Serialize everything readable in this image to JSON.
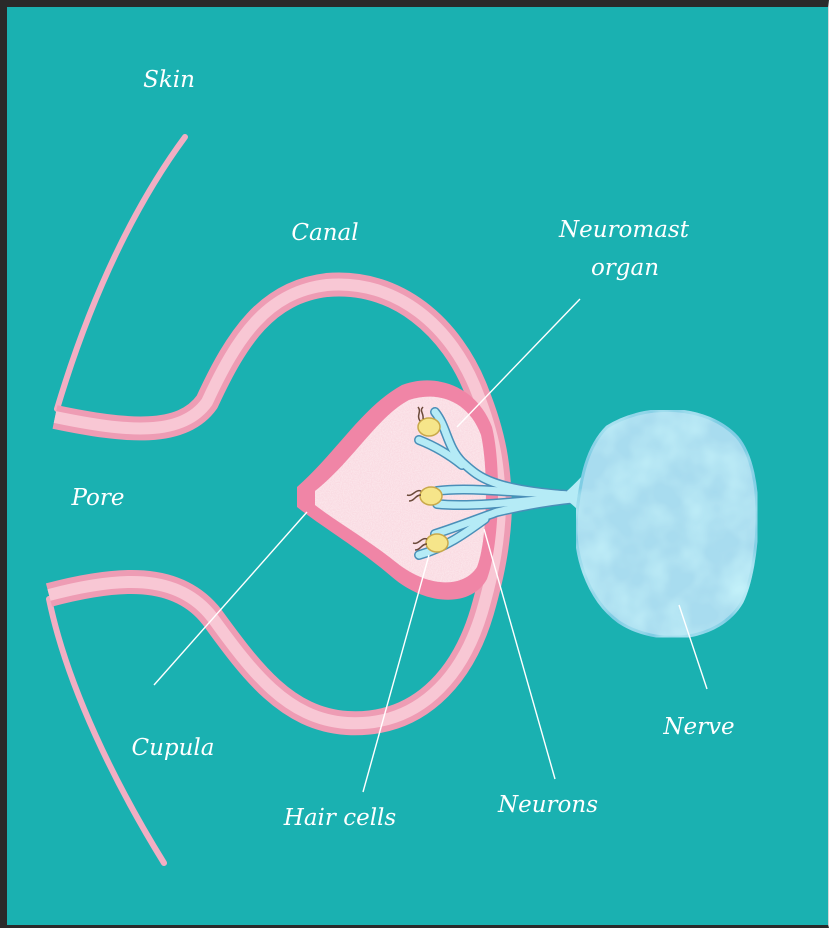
{
  "colors": {
    "background": "#1ab1b1",
    "skin": "#f2aec3",
    "canal_outer": "#ee9cb4",
    "canal_inner": "#f8c7d4",
    "neuromast_rim": "#f085a6",
    "neuromast_fill": "#f9d6de",
    "hair_cell": "#f6e58a",
    "neuron": "#b5ebf6",
    "nerve": "#a8dcef",
    "leader_line": "#ffffff"
  },
  "labels": {
    "skin": "Skin",
    "canal": "Canal",
    "neuromast_line1": "Neuromast",
    "neuromast_line2": "organ",
    "pore": "Pore",
    "cupula": "Cupula",
    "hair_cells": "Hair cells",
    "neurons": "Neurons",
    "nerve": "Nerve"
  }
}
